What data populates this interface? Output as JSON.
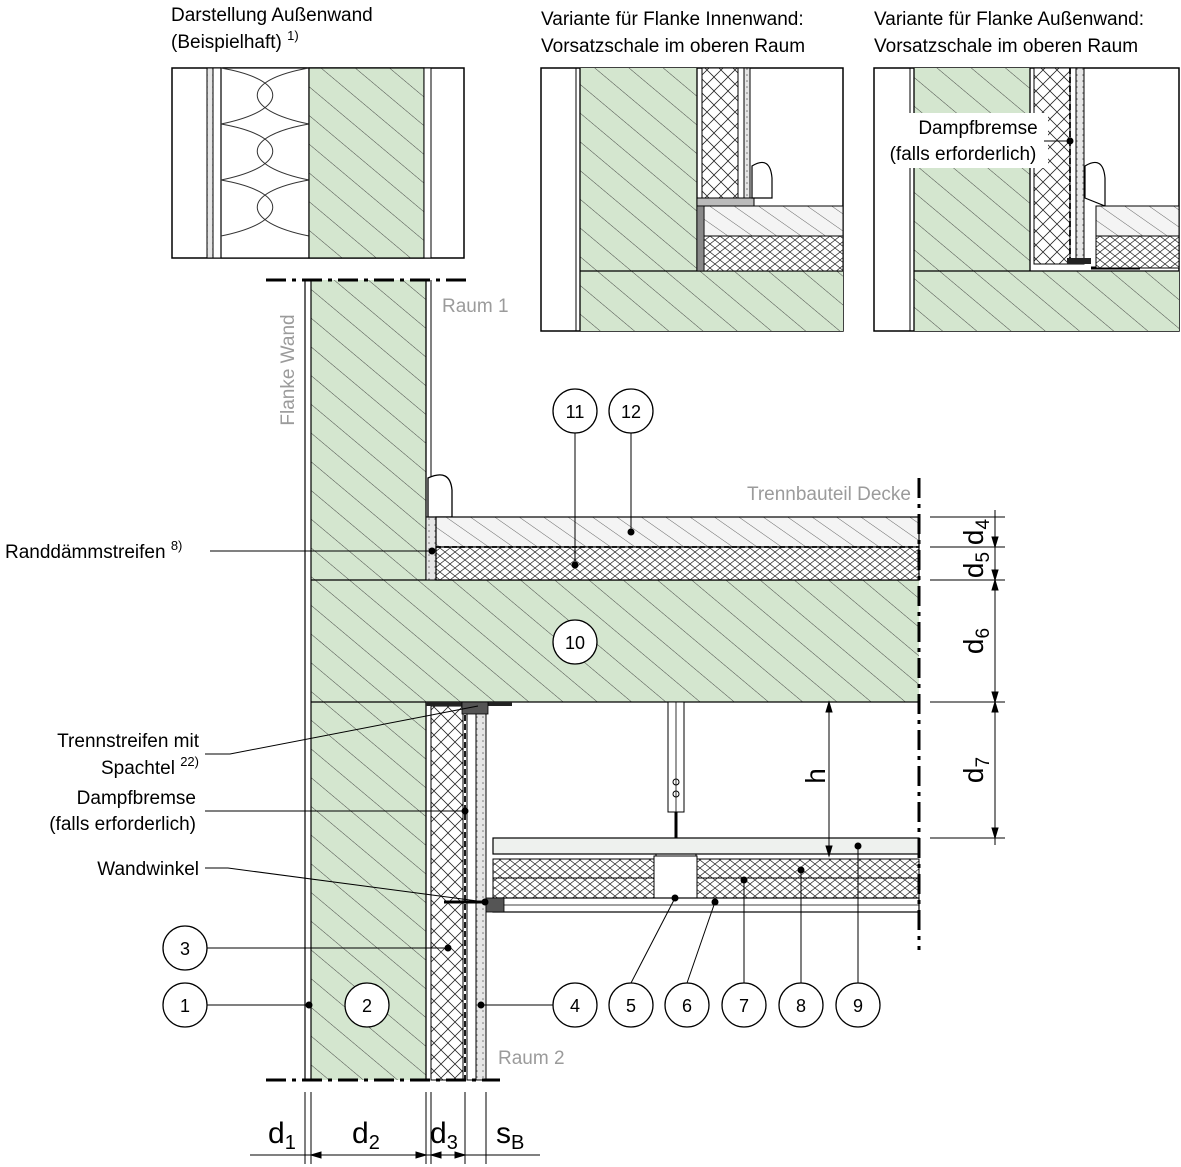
{
  "captions": {
    "exterior_wall_line1": "Darstellung Außenwand",
    "exterior_wall_line2": "(Beispielhaft)",
    "exterior_wall_footnote": "1)",
    "variant_inner_line1": "Variante für Flanke Innenwand:",
    "variant_inner_line2": "Vorsatzschale im oberen Raum",
    "variant_outer_line1": "Variante für Flanke Außenwand:",
    "variant_outer_line2": "Vorsatzschale im oberen Raum"
  },
  "inset_labels": {
    "vapour_barrier_line1": "Dampfbremse",
    "vapour_barrier_line2": "(falls erforderlich)"
  },
  "room_labels": {
    "room_1": "Raum 1",
    "room_2": "Raum 2",
    "flank_wall": "Flanke Wand",
    "separating_ceiling": "Trennbauteil Decke"
  },
  "callouts": {
    "edge_strip": "Randdämmstreifen",
    "edge_strip_footnote": "8)",
    "separating_strip_line1": "Trennstreifen mit",
    "separating_strip_line2": "Spachtel",
    "separating_strip_footnote": "22)",
    "vapour_barrier_line1": "Dampfbremse",
    "vapour_barrier_line2": "(falls erforderlich)",
    "wall_angle": "Wandwinkel"
  },
  "markers": [
    "1",
    "2",
    "3",
    "4",
    "5",
    "6",
    "7",
    "8",
    "9",
    "10",
    "11",
    "12"
  ],
  "dimensions": {
    "d1": "d",
    "d1_sub": "1",
    "d2": "d",
    "d2_sub": "2",
    "d3": "d",
    "d3_sub": "3",
    "sB": "s",
    "sB_sub": "B",
    "d4": "d",
    "d4_sub": "4",
    "d5": "d",
    "d5_sub": "5",
    "d6": "d",
    "d6_sub": "6",
    "d7": "d",
    "d7_sub": "7",
    "h": "h"
  },
  "colors": {
    "concrete": "#d4e6cf",
    "hatch": "#3a3a3a",
    "label_grey": "#9b9b9b"
  }
}
